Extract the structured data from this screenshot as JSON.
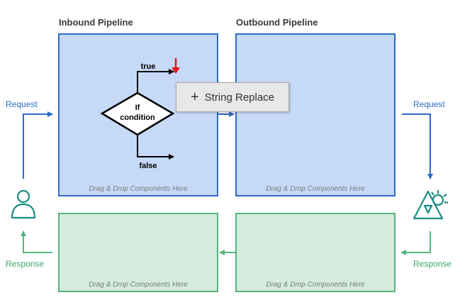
{
  "inbound": {
    "title": "Inbound Pipeline",
    "placeholder": "Drag & Drop Components Here"
  },
  "outbound": {
    "title": "Outbound Pipeline",
    "placeholder": "Drag & Drop Components Here"
  },
  "response_left": {
    "placeholder": "Drag & Drop Components Here"
  },
  "response_right": {
    "placeholder": "Drag & Drop Components Here"
  },
  "labels": {
    "request_left": "Request",
    "request_right": "Request",
    "response_left": "Response",
    "response_right": "Response"
  },
  "condition": {
    "line1": "If",
    "line2": "condition",
    "true_label": "true",
    "false_label": "false"
  },
  "drag_item": {
    "label": "String Replace"
  },
  "icons": {
    "client": "person-icon",
    "server": "service-gear-icon",
    "drop_indicator": "red-down-arrow-icon"
  },
  "colors": {
    "request_blue": "#2b6cc4",
    "inbound_fill": "#c6d9f6",
    "response_green": "#55b57d",
    "response_fill": "#d3ecdd",
    "server_teal": "#1a8c84",
    "drop_red": "#e01818"
  }
}
